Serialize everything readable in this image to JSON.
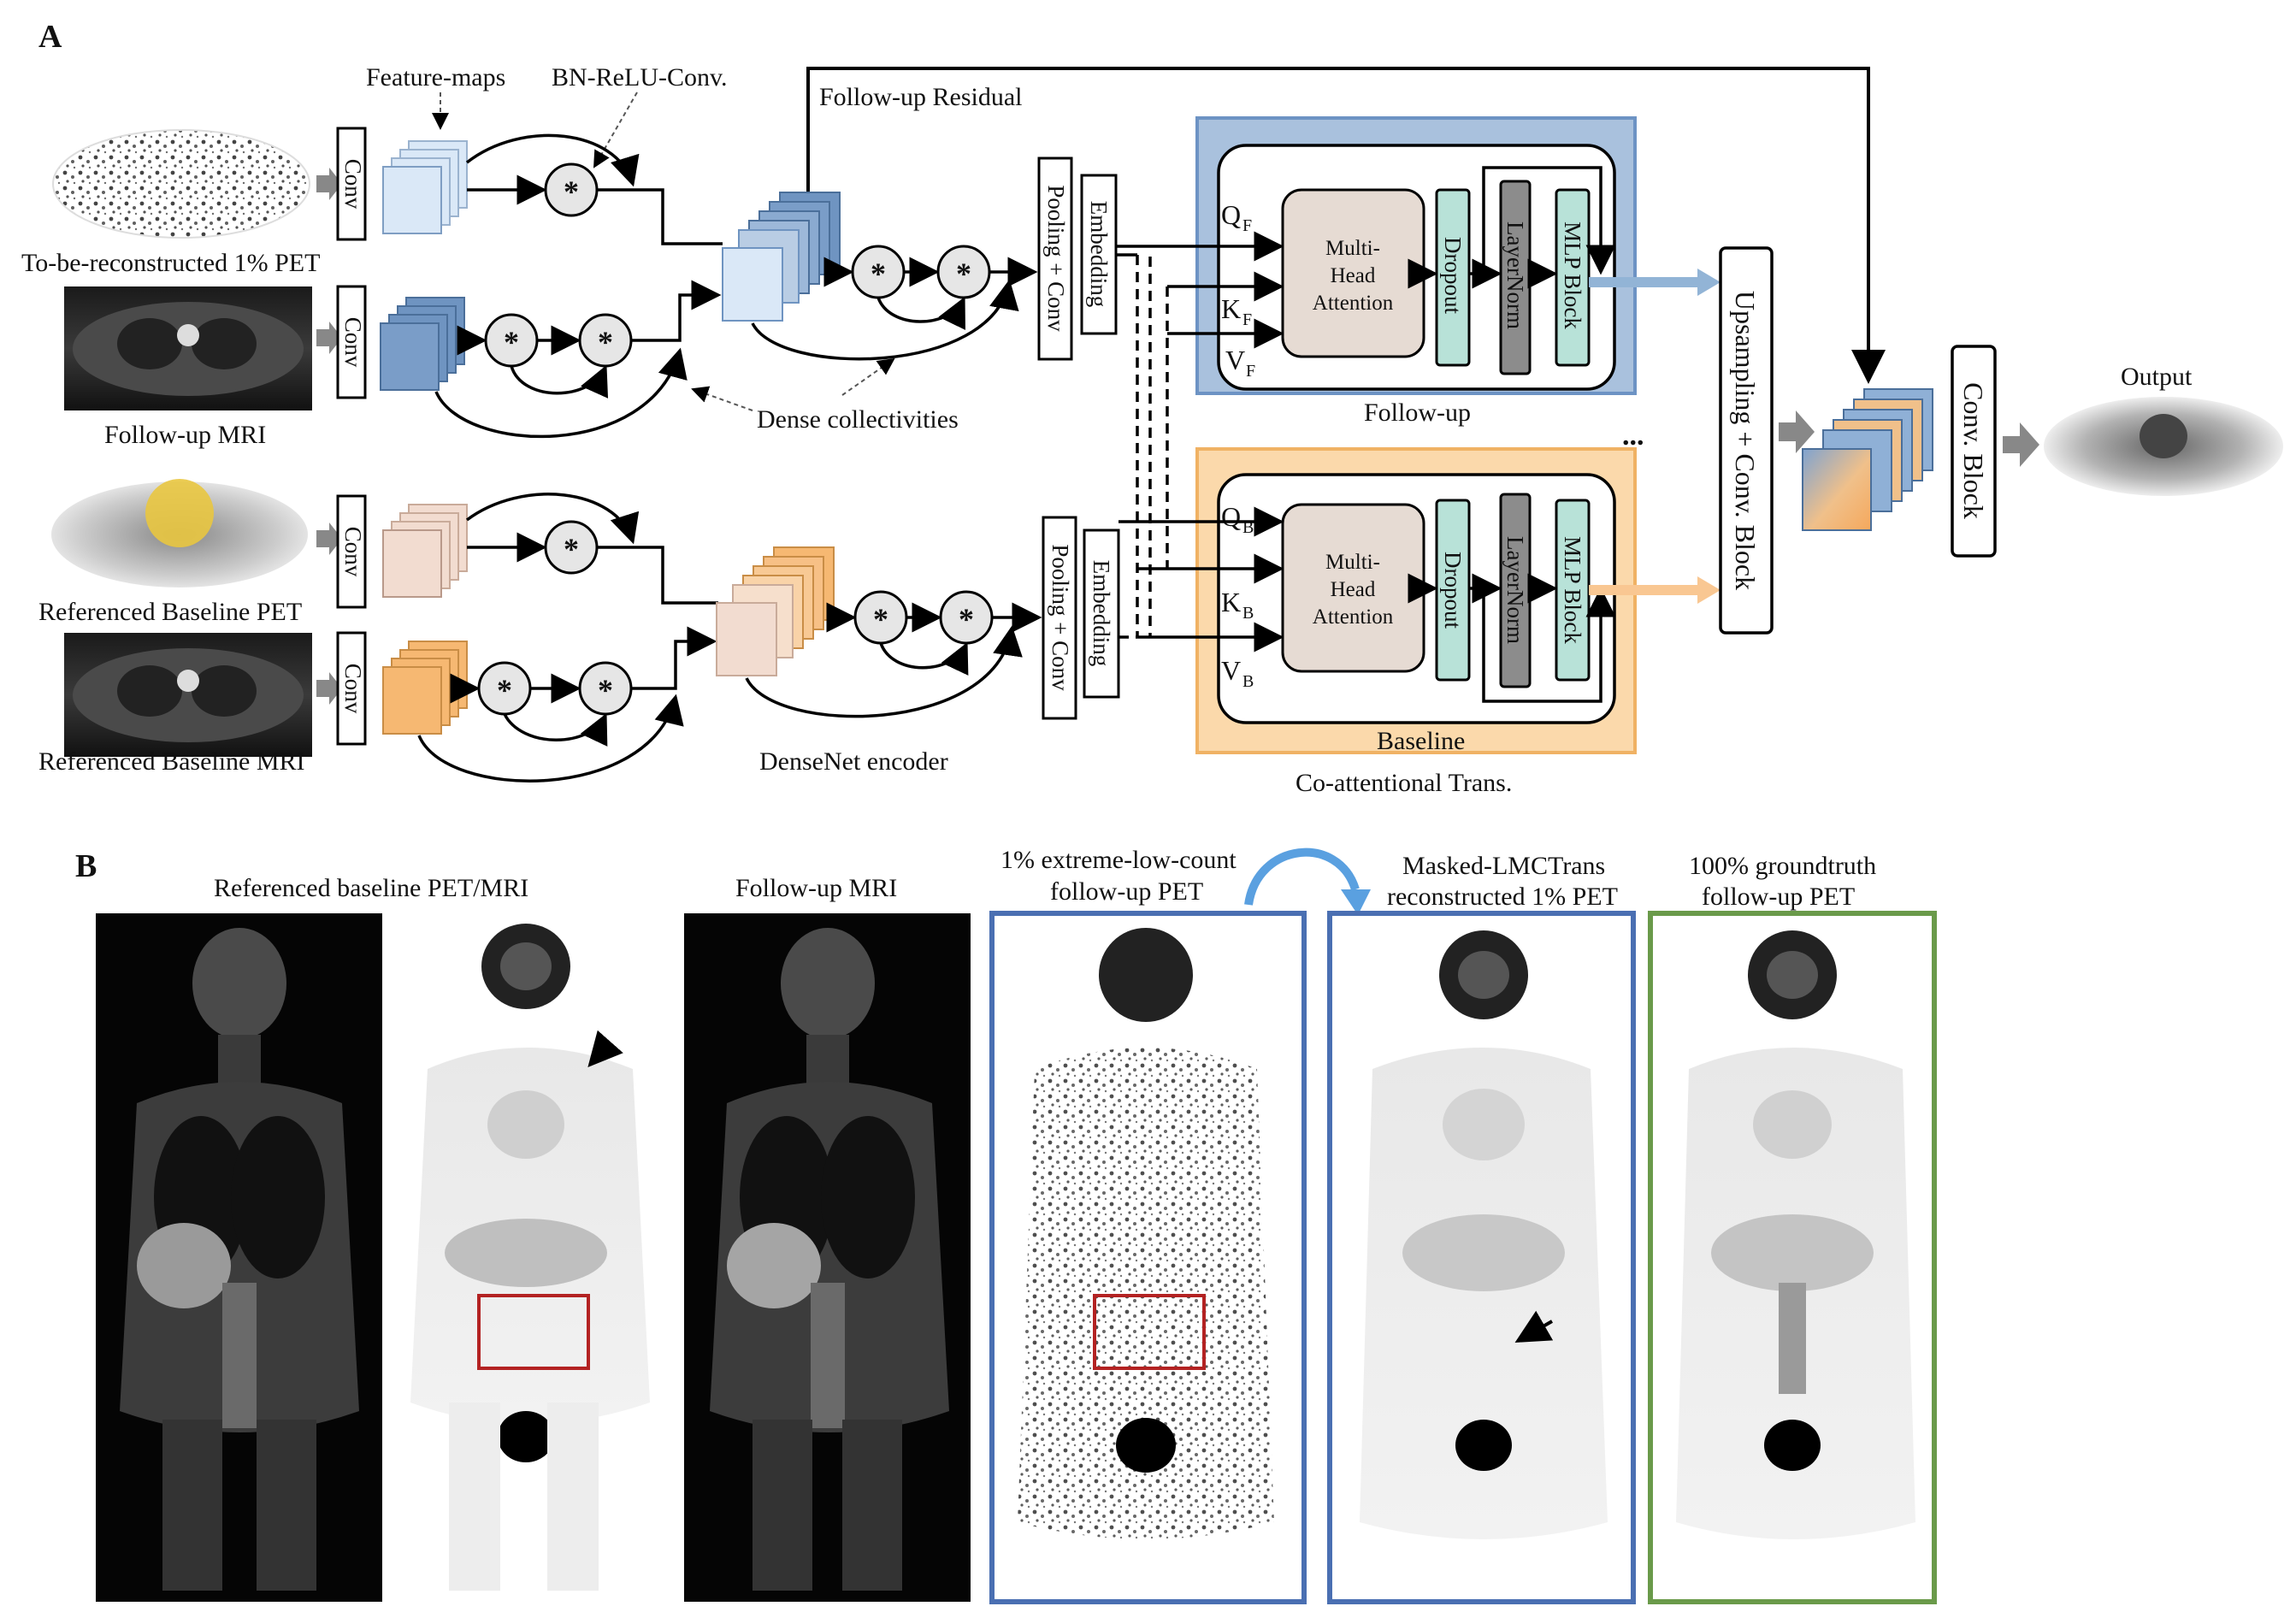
{
  "panel_a": {
    "letter": "A",
    "labels": {
      "feature_maps": "Feature-maps",
      "bn_relu_conv": "BN-ReLU-Conv.",
      "follow_up_residual": "Follow-up Residual",
      "dense_collectivities": "Dense collectivities",
      "densenet_encoder": "DenseNet encoder",
      "co_attentional": "Co-attentional Trans.",
      "output": "Output",
      "ellipsis": "..."
    },
    "inputs": {
      "pet_1pct": "To-be-reconstructed 1% PET",
      "followup_mri": "Follow-up MRI",
      "baseline_pet": "Referenced Baseline PET",
      "baseline_mri": "Referenced Baseline MRI"
    },
    "blocks": {
      "conv": "Conv",
      "pooling_conv": "Pooling + Conv",
      "embedding": "Embedding",
      "mha_line1": "Multi-",
      "mha_line2": "Head",
      "mha_line3": "Attention",
      "dropout": "Dropout",
      "layernorm": "LayerNorm",
      "mlp_block": "MLP Block",
      "upsampling": "Upsampling + Conv. Block",
      "conv_block": "Conv. Block"
    },
    "qkv": {
      "q": "Q",
      "k": "K",
      "v": "V",
      "follow_sub": "F",
      "base_sub": "B"
    },
    "transformer": {
      "followup_title": "Follow-up",
      "baseline_title": "Baseline"
    },
    "operator": "*",
    "colors": {
      "followup_bg": "#a9c1dd",
      "followup_border": "#6d93c4",
      "baseline_bg": "#fbd9ab",
      "baseline_border": "#f0b264",
      "mha_fill": "#e6dbd3",
      "dropout_fill": "#b8e2d8",
      "layernorm_fill": "#8c8c8c",
      "cube_light_blue": "#dae8f7",
      "cube_blue": "#6f94c1",
      "cube_peach": "#f2dcd0",
      "cube_orange": "#f6b872",
      "followup_arrow": "#92b4d6",
      "baseline_arrow": "#f9c792"
    }
  },
  "panel_b": {
    "letter": "B",
    "titles": {
      "baseline_pet_mri": "Referenced baseline PET/MRI",
      "followup_mri": "Follow-up MRI",
      "low_count_line1": "1% extreme-low-count",
      "low_count_line2": "follow-up PET",
      "masked_line1": "Masked-LMCTrans",
      "masked_line2": "reconstructed 1% PET",
      "groundtruth_line1": "100% groundtruth",
      "groundtruth_line2": "follow-up  PET"
    },
    "colors": {
      "blue_frame": "#4a6fb2",
      "green_frame": "#6a9a4a",
      "roi_red": "#b32222",
      "curved_arrow": "#5aa0e0"
    }
  }
}
